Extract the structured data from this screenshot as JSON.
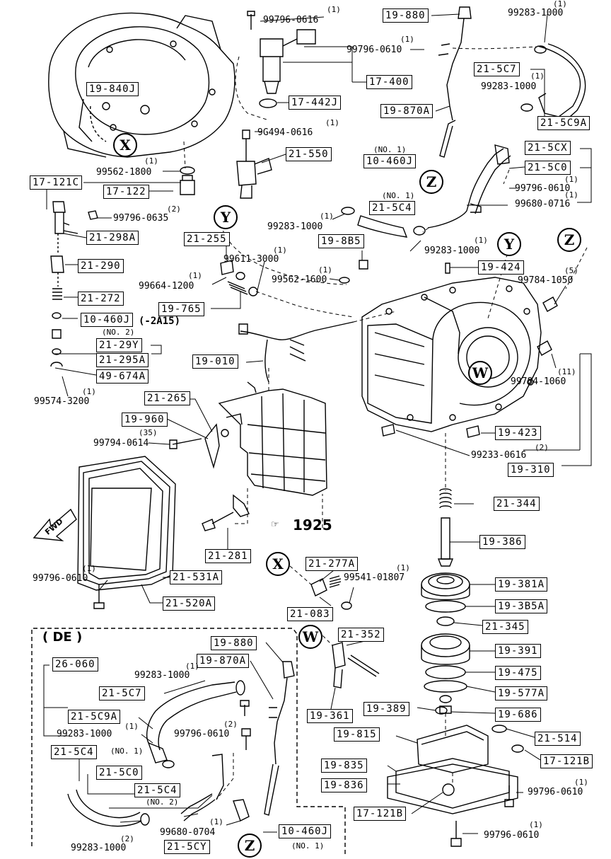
{
  "ref_labels": {
    "r19_880_top": "19-880",
    "r17_400": "17-400",
    "r17_442j": "17-442J",
    "r19_870a_top": "19-870A",
    "r19_840j": "19-840J",
    "r21_5c7_top": "21-5C7",
    "r21_5c9a_top": "21-5C9A",
    "r21_5cx": "21-5CX",
    "r21_5c0_top": "21-5C0",
    "r10_460j_top": "10-460J",
    "r21_550": "21-550",
    "r17_121c": "17-121C",
    "r17_122": "17-122",
    "r21_5c4_top": "21-5C4",
    "r21_298a": "21-298A",
    "r21_255": "21-255",
    "r19_8b5": "19-8B5",
    "r19_424": "19-424",
    "r21_290": "21-290",
    "r21_272": "21-272",
    "r19_765": "19-765",
    "r10_460j_mid": "10-460J",
    "r21_29y": "21-29Y",
    "r21_295a": "21-295A",
    "r49_674a": "49-674A",
    "r19_010": "19-010",
    "r21_265": "21-265",
    "r19_960": "19-960",
    "r19_423": "19-423",
    "r19_310": "19-310",
    "r21_344": "21-344",
    "r19_386": "19-386",
    "r21_281": "21-281",
    "r21_277a": "21-277A",
    "r21_531a": "21-531A",
    "r21_520a": "21-520A",
    "r21_083": "21-083",
    "r19_381a": "19-381A",
    "r19_385a": "19-3B5A",
    "r21_345": "21-345",
    "r19_880_de": "19-880",
    "r19_870a_de": "19-870A",
    "r26_060": "26-060",
    "r21_5c7_de": "21-5C7",
    "r21_5c9a_de": "21-5C9A",
    "r21_352": "21-352",
    "r19_391": "19-391",
    "r19_475": "19-475",
    "r19_577a": "19-577A",
    "r19_389": "19-389",
    "r19_361": "19-361",
    "r19_686": "19-686",
    "r19_815": "19-815",
    "r21_514": "21-514",
    "r21_5c4_de": "21-5C4",
    "r21_5c0_de": "21-5C0",
    "r21_5c4_de2": "21-5C4",
    "r19_835": "19-835",
    "r17_121b_a": "17-121B",
    "r19_836": "19-836",
    "r17_121b_b": "17-121B",
    "r10_460j_de": "10-460J",
    "r21_5cy": "21-5CY"
  },
  "part_numbers": {
    "p99796_0616": "99796-0616",
    "p99283_1000_a": "99283-1000",
    "p99796_0610_a": "99796-0610",
    "p99283_1000_b": "99283-1000",
    "p9g494_0616": "9G494-0616",
    "p99562_1800": "99562-1800",
    "p99796_0610_b": "99796-0610",
    "p99680_0716": "99680-0716",
    "p99796_0635": "99796-0635",
    "p99283_1000_c": "99283-1000",
    "p99283_1000_d": "99283-1000",
    "p99611_3000": "99611-3000",
    "p99784_1050": "99784-1050",
    "p99664_1200": "99664-1200",
    "p99562_1600": "99562-1600",
    "p99784_1060": "99784-1060",
    "p99574_3200": "99574-3200",
    "p99794_0614": "99794-0614",
    "p99233_0616": "99233-0616",
    "p99796_0610_c": "99796-0610",
    "p99541_01807": "99541-01807",
    "p99283_1000_de1": "99283-1000",
    "p99283_1000_de2": "99283-1000",
    "p99796_0610_de": "99796-0610",
    "p99680_0704": "99680-0704",
    "p99283_1000_de3": "99283-1000",
    "p99796_0610_d": "99796-0610",
    "p99796_0610_e": "99796-0610"
  },
  "quantities": {
    "q1": "(1)",
    "q2": "(2)",
    "q5": "(5)",
    "q11": "(11)",
    "q35": "(35)"
  },
  "notes": {
    "no1": "(NO. 1)",
    "no2": "(NO. 2)",
    "a2a15": "(-2A15)",
    "ref1925": "1925",
    "de": "( DE )",
    "fwd": "FWD"
  },
  "callouts": {
    "x": "X",
    "y": "Y",
    "z": "Z",
    "w": "W"
  }
}
